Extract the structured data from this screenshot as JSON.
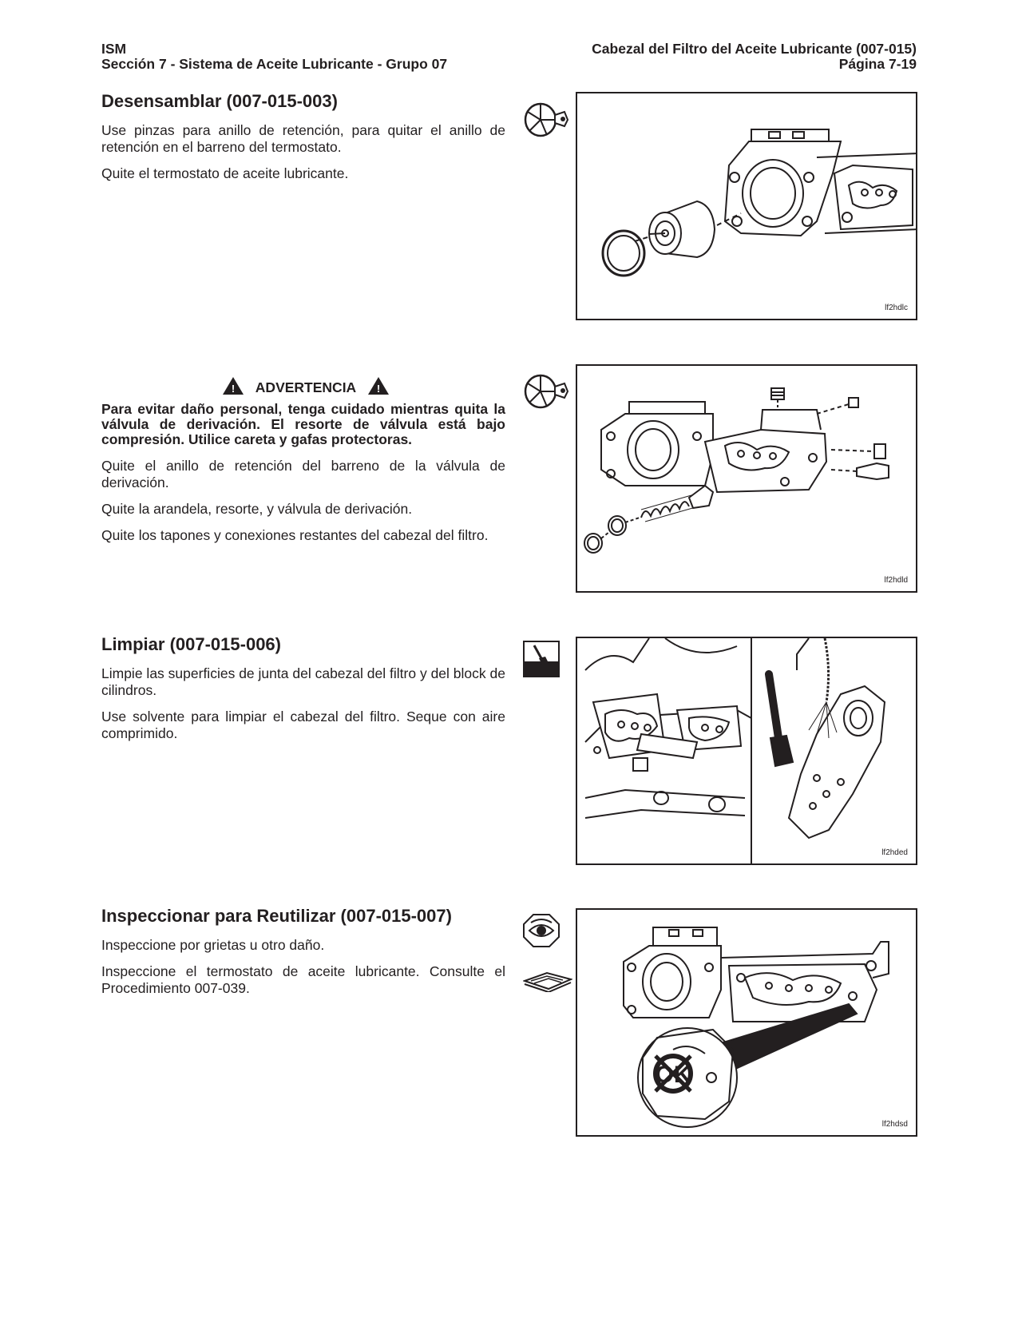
{
  "header": {
    "left_line1": "ISM",
    "left_line2": "Sección 7 - Sistema de Aceite Lubricante - Grupo 07",
    "right_line1": "Cabezal del Filtro del Aceite Lubricante (007-015)",
    "right_line2": "Página 7-19"
  },
  "sections": {
    "disassemble": {
      "title": "Desensamblar (007-015-003)",
      "p1": "Use pinzas para anillo de retención, para quitar el anillo de retención en el barreno del termostato.",
      "p2": "Quite el termostato de aceite lubricante.",
      "figure_id": "lf2hdlc",
      "icon": "wrench-pie-icon"
    },
    "warning": {
      "label": "ADVERTENCIA",
      "body": "Para evitar daño personal, tenga cuidado mientras quita la válvula de derivación. El resorte de válvula está bajo compresión. Utilice careta y gafas protectoras.",
      "p1": "Quite el anillo de retención del barreno de la válvula de derivación.",
      "p2": "Quite la arandela, resorte, y válvula de derivación.",
      "p3": "Quite los tapones y conexiones restantes del cabezal del filtro.",
      "figure_id": "lf2hdld",
      "icon": "wrench-pie-icon"
    },
    "clean": {
      "title": "Limpiar (007-015-006)",
      "p1": "Limpie las superficies de junta del cabezal del filtro y del block de cilindros.",
      "p2": "Use solvente para limpiar el cabezal del filtro. Seque con aire comprimido.",
      "figure_id": "lf2hded",
      "icon": "brush-bucket-icon"
    },
    "inspect": {
      "title": "Inspeccionar para Reutilizar (007-015-007)",
      "p1": "Inspeccione por grietas u otro daño.",
      "p2": "Inspeccione el termostato de aceite lubricante. Consulte el Procedimiento 007-039.",
      "figure_id": "lf2hdsd",
      "icons": [
        "eye-icon",
        "book-icon"
      ],
      "callout_text": "OK"
    }
  }
}
